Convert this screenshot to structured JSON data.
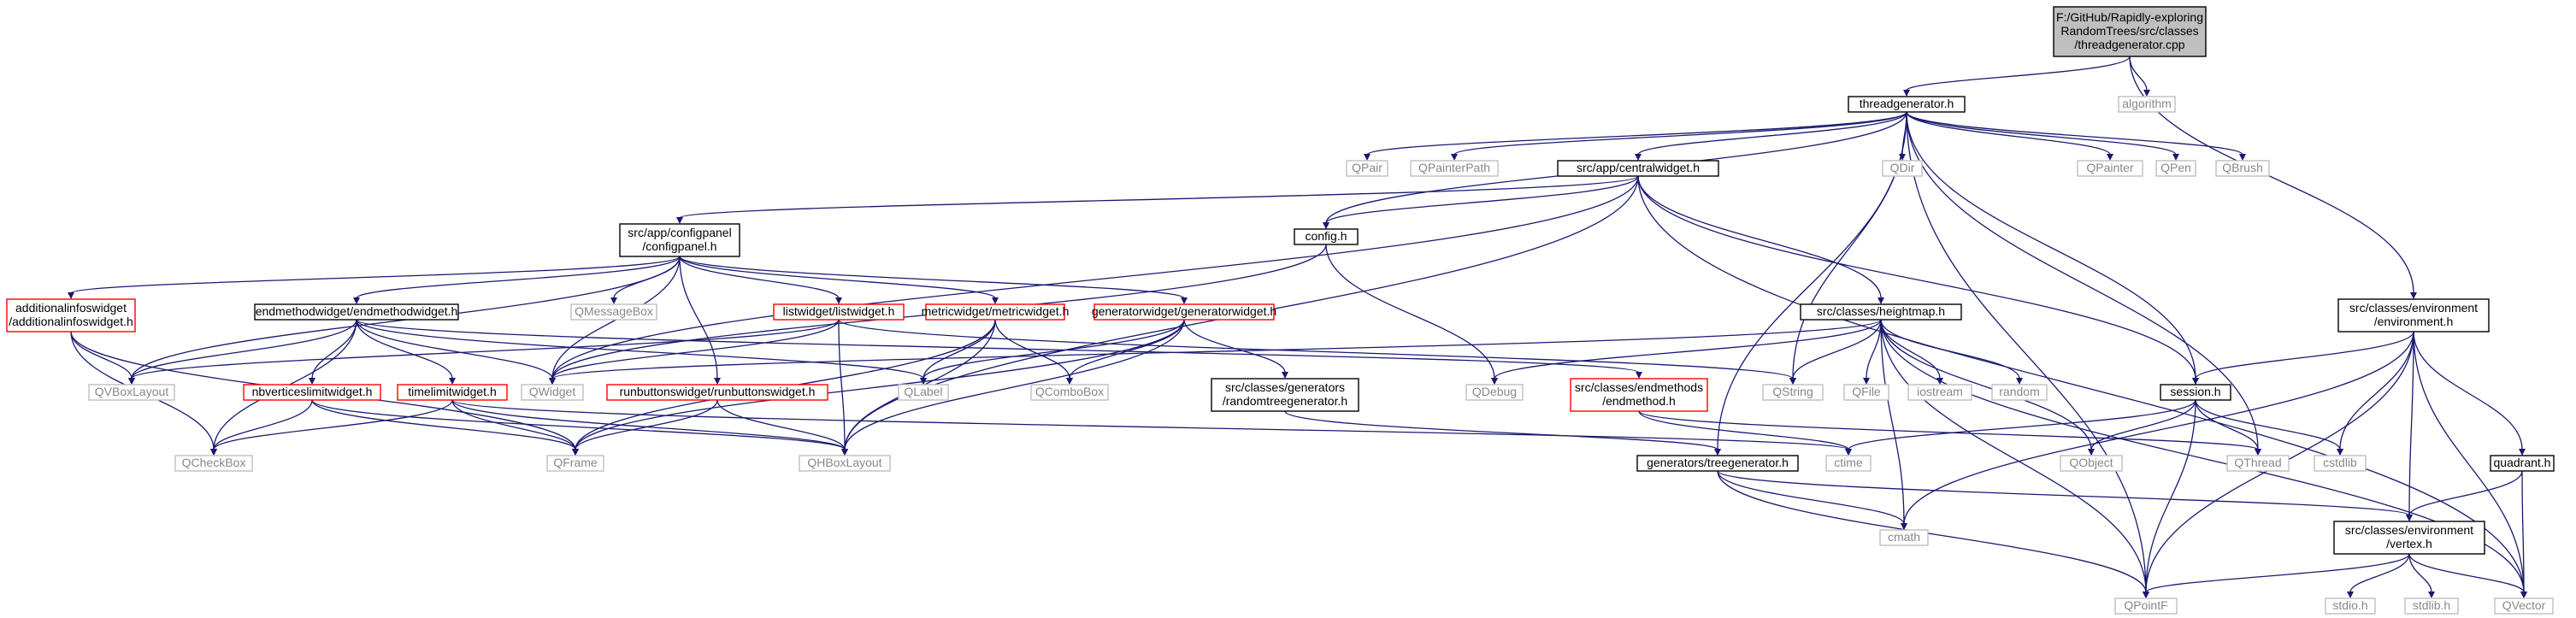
{
  "colors": {
    "edge": "#191970",
    "root_fill": "#bfbfbf",
    "documented_border": "#000000",
    "undocumented_border": "#ff0000",
    "external_border": "#bfbfbf",
    "external_text": "#888888"
  },
  "nodes": [
    {
      "id": "root",
      "kind": "root",
      "lines": [
        "F:/GitHub/Rapidly-exploring",
        "RandomTrees/src/classes",
        "/threadgenerator.cpp"
      ]
    },
    {
      "id": "threadgenerator_h",
      "kind": "doc",
      "lines": [
        "threadgenerator.h"
      ]
    },
    {
      "id": "algorithm",
      "kind": "ext",
      "lines": [
        "algorithm"
      ]
    },
    {
      "id": "QPair",
      "kind": "ext",
      "lines": [
        "QPair"
      ]
    },
    {
      "id": "QPainterPath",
      "kind": "ext",
      "lines": [
        "QPainterPath"
      ]
    },
    {
      "id": "centralwidget_h",
      "kind": "doc",
      "lines": [
        "src/app/centralwidget.h"
      ]
    },
    {
      "id": "QDir",
      "kind": "ext",
      "lines": [
        "QDir"
      ]
    },
    {
      "id": "QPainter",
      "kind": "ext",
      "lines": [
        "QPainter"
      ]
    },
    {
      "id": "QPen",
      "kind": "ext",
      "lines": [
        "QPen"
      ]
    },
    {
      "id": "QBrush",
      "kind": "ext",
      "lines": [
        "QBrush"
      ]
    },
    {
      "id": "configpanel_h",
      "kind": "doc",
      "lines": [
        "src/app/configpanel",
        "/configpanel.h"
      ]
    },
    {
      "id": "config_h",
      "kind": "doc",
      "lines": [
        "config.h"
      ]
    },
    {
      "id": "environment_h",
      "kind": "doc",
      "lines": [
        "src/classes/environment",
        "/environment.h"
      ]
    },
    {
      "id": "additionalinfo_h",
      "kind": "undoc",
      "lines": [
        "additionalinfoswidget",
        "/additionalinfoswidget.h"
      ]
    },
    {
      "id": "endmethodwidget_h",
      "kind": "doc",
      "lines": [
        "endmethodwidget/endmethodwidget.h"
      ]
    },
    {
      "id": "QMessageBox",
      "kind": "ext",
      "lines": [
        "QMessageBox"
      ]
    },
    {
      "id": "listwidget_h",
      "kind": "undoc",
      "lines": [
        "listwidget/listwidget.h"
      ]
    },
    {
      "id": "metricwidget_h",
      "kind": "undoc",
      "lines": [
        "metricwidget/metricwidget.h"
      ]
    },
    {
      "id": "generatorwidget_h",
      "kind": "undoc",
      "lines": [
        "generatorwidget/generatorwidget.h"
      ]
    },
    {
      "id": "heightmap_h",
      "kind": "doc",
      "lines": [
        "src/classes/heightmap.h"
      ]
    },
    {
      "id": "QVBoxLayout",
      "kind": "ext",
      "lines": [
        "QVBoxLayout"
      ]
    },
    {
      "id": "QWidget",
      "kind": "ext",
      "lines": [
        "QWidget"
      ]
    },
    {
      "id": "QLabel",
      "kind": "ext",
      "lines": [
        "QLabel"
      ]
    },
    {
      "id": "QComboBox",
      "kind": "ext",
      "lines": [
        "QComboBox"
      ]
    },
    {
      "id": "randomtreegen_h",
      "kind": "doc",
      "lines": [
        "src/classes/generators",
        "/randomtreegenerator.h"
      ]
    },
    {
      "id": "QDebug",
      "kind": "ext",
      "lines": [
        "QDebug"
      ]
    },
    {
      "id": "endmethod_h",
      "kind": "undoc",
      "lines": [
        "src/classes/endmethods",
        "/endmethod.h"
      ]
    },
    {
      "id": "QString",
      "kind": "ext",
      "lines": [
        "QString"
      ]
    },
    {
      "id": "QFile",
      "kind": "ext",
      "lines": [
        "QFile"
      ]
    },
    {
      "id": "iostream",
      "kind": "ext",
      "lines": [
        "iostream"
      ]
    },
    {
      "id": "random",
      "kind": "ext",
      "lines": [
        "random"
      ]
    },
    {
      "id": "session_h",
      "kind": "doc",
      "lines": [
        "session.h"
      ]
    },
    {
      "id": "nbvertices_h",
      "kind": "undoc",
      "lines": [
        "nbverticeslimitwidget.h"
      ]
    },
    {
      "id": "timelimit_h",
      "kind": "undoc",
      "lines": [
        "timelimitwidget.h"
      ]
    },
    {
      "id": "runbuttons_h",
      "kind": "undoc",
      "lines": [
        "runbuttonswidget/runbuttonswidget.h"
      ]
    },
    {
      "id": "QCheckBox",
      "kind": "ext",
      "lines": [
        "QCheckBox"
      ]
    },
    {
      "id": "QFrame",
      "kind": "ext",
      "lines": [
        "QFrame"
      ]
    },
    {
      "id": "QHBoxLayout",
      "kind": "ext",
      "lines": [
        "QHBoxLayout"
      ]
    },
    {
      "id": "ctime",
      "kind": "ext",
      "lines": [
        "ctime"
      ]
    },
    {
      "id": "treegenerator_h",
      "kind": "doc",
      "lines": [
        "generators/treegenerator.h"
      ]
    },
    {
      "id": "QObject",
      "kind": "ext",
      "lines": [
        "QObject"
      ]
    },
    {
      "id": "QThread",
      "kind": "ext",
      "lines": [
        "QThread"
      ]
    },
    {
      "id": "cstdlib",
      "kind": "ext",
      "lines": [
        "cstdlib"
      ]
    },
    {
      "id": "quadrant_h",
      "kind": "doc",
      "lines": [
        "quadrant.h"
      ]
    },
    {
      "id": "cmath",
      "kind": "ext",
      "lines": [
        "cmath"
      ]
    },
    {
      "id": "vertex_h",
      "kind": "doc",
      "lines": [
        "src/classes/environment",
        "/vertex.h"
      ]
    },
    {
      "id": "stdio_h",
      "kind": "ext",
      "lines": [
        "stdio.h"
      ]
    },
    {
      "id": "stdlib_h",
      "kind": "ext",
      "lines": [
        "stdlib.h"
      ]
    },
    {
      "id": "QPointF",
      "kind": "ext",
      "lines": [
        "QPointF"
      ]
    },
    {
      "id": "QVector",
      "kind": "ext",
      "lines": [
        "QVector"
      ]
    }
  ],
  "edges": [
    [
      "root",
      "threadgenerator_h"
    ],
    [
      "root",
      "algorithm"
    ],
    [
      "root",
      "environment_h"
    ],
    [
      "threadgenerator_h",
      "QPair"
    ],
    [
      "threadgenerator_h",
      "QPainterPath"
    ],
    [
      "threadgenerator_h",
      "centralwidget_h"
    ],
    [
      "threadgenerator_h",
      "QDir"
    ],
    [
      "threadgenerator_h",
      "QPainter"
    ],
    [
      "threadgenerator_h",
      "QPen"
    ],
    [
      "threadgenerator_h",
      "QBrush"
    ],
    [
      "threadgenerator_h",
      "config_h"
    ],
    [
      "threadgenerator_h",
      "QString"
    ],
    [
      "threadgenerator_h",
      "session_h"
    ],
    [
      "threadgenerator_h",
      "QThread"
    ],
    [
      "threadgenerator_h",
      "treegenerator_h"
    ],
    [
      "threadgenerator_h",
      "QPointF"
    ],
    [
      "centralwidget_h",
      "configpanel_h"
    ],
    [
      "centralwidget_h",
      "config_h"
    ],
    [
      "centralwidget_h",
      "QWidget"
    ],
    [
      "centralwidget_h",
      "QHBoxLayout"
    ],
    [
      "centralwidget_h",
      "heightmap_h"
    ],
    [
      "centralwidget_h",
      "session_h"
    ],
    [
      "centralwidget_h",
      "QVector"
    ],
    [
      "config_h",
      "QWidget"
    ],
    [
      "config_h",
      "QDebug"
    ],
    [
      "configpanel_h",
      "additionalinfo_h"
    ],
    [
      "configpanel_h",
      "endmethodwidget_h"
    ],
    [
      "configpanel_h",
      "QMessageBox"
    ],
    [
      "configpanel_h",
      "listwidget_h"
    ],
    [
      "configpanel_h",
      "metricwidget_h"
    ],
    [
      "configpanel_h",
      "generatorwidget_h"
    ],
    [
      "configpanel_h",
      "QVBoxLayout"
    ],
    [
      "configpanel_h",
      "QWidget"
    ],
    [
      "configpanel_h",
      "runbuttons_h"
    ],
    [
      "additionalinfo_h",
      "QVBoxLayout"
    ],
    [
      "additionalinfo_h",
      "QCheckBox"
    ],
    [
      "additionalinfo_h",
      "QFrame"
    ],
    [
      "endmethodwidget_h",
      "QVBoxLayout"
    ],
    [
      "endmethodwidget_h",
      "QWidget"
    ],
    [
      "endmethodwidget_h",
      "QCheckBox"
    ],
    [
      "endmethodwidget_h",
      "nbvertices_h"
    ],
    [
      "endmethodwidget_h",
      "timelimit_h"
    ],
    [
      "endmethodwidget_h",
      "QLabel"
    ],
    [
      "endmethodwidget_h",
      "endmethod_h"
    ],
    [
      "listwidget_h",
      "QVBoxLayout"
    ],
    [
      "listwidget_h",
      "QWidget"
    ],
    [
      "listwidget_h",
      "QHBoxLayout"
    ],
    [
      "listwidget_h",
      "QString"
    ],
    [
      "metricwidget_h",
      "QLabel"
    ],
    [
      "metricwidget_h",
      "QComboBox"
    ],
    [
      "metricwidget_h",
      "QHBoxLayout"
    ],
    [
      "metricwidget_h",
      "QFrame"
    ],
    [
      "generatorwidget_h",
      "QLabel"
    ],
    [
      "generatorwidget_h",
      "QComboBox"
    ],
    [
      "generatorwidget_h",
      "QHBoxLayout"
    ],
    [
      "generatorwidget_h",
      "QFrame"
    ],
    [
      "generatorwidget_h",
      "randomtreegen_h"
    ],
    [
      "nbvertices_h",
      "QCheckBox"
    ],
    [
      "nbvertices_h",
      "QFrame"
    ],
    [
      "nbvertices_h",
      "QHBoxLayout"
    ],
    [
      "timelimit_h",
      "QCheckBox"
    ],
    [
      "timelimit_h",
      "QFrame"
    ],
    [
      "timelimit_h",
      "QHBoxLayout"
    ],
    [
      "timelimit_h",
      "ctime"
    ],
    [
      "runbuttons_h",
      "QFrame"
    ],
    [
      "runbuttons_h",
      "QHBoxLayout"
    ],
    [
      "randomtreegen_h",
      "treegenerator_h"
    ],
    [
      "heightmap_h",
      "QDebug"
    ],
    [
      "heightmap_h",
      "QString"
    ],
    [
      "heightmap_h",
      "QFile"
    ],
    [
      "heightmap_h",
      "iostream"
    ],
    [
      "heightmap_h",
      "random"
    ],
    [
      "heightmap_h",
      "QObject"
    ],
    [
      "heightmap_h",
      "QVector"
    ],
    [
      "heightmap_h",
      "cmath"
    ],
    [
      "heightmap_h",
      "QPointF"
    ],
    [
      "heightmap_h",
      "QWidget"
    ],
    [
      "endmethod_h",
      "ctime"
    ],
    [
      "endmethod_h",
      "QThread"
    ],
    [
      "session_h",
      "QObject"
    ],
    [
      "session_h",
      "QThread"
    ],
    [
      "session_h",
      "cstdlib"
    ],
    [
      "session_h",
      "ctime"
    ],
    [
      "session_h",
      "QPointF"
    ],
    [
      "treegenerator_h",
      "cmath"
    ],
    [
      "treegenerator_h",
      "vertex_h"
    ],
    [
      "treegenerator_h",
      "QPointF"
    ],
    [
      "environment_h",
      "session_h"
    ],
    [
      "environment_h",
      "cstdlib"
    ],
    [
      "environment_h",
      "quadrant_h"
    ],
    [
      "environment_h",
      "vertex_h"
    ],
    [
      "environment_h",
      "QVector"
    ],
    [
      "environment_h",
      "cmath"
    ],
    [
      "environment_h",
      "QPointF"
    ],
    [
      "quadrant_h",
      "vertex_h"
    ],
    [
      "quadrant_h",
      "QVector"
    ],
    [
      "vertex_h",
      "stdio_h"
    ],
    [
      "vertex_h",
      "stdlib_h"
    ],
    [
      "vertex_h",
      "QPointF"
    ],
    [
      "vertex_h",
      "QVector"
    ]
  ]
}
